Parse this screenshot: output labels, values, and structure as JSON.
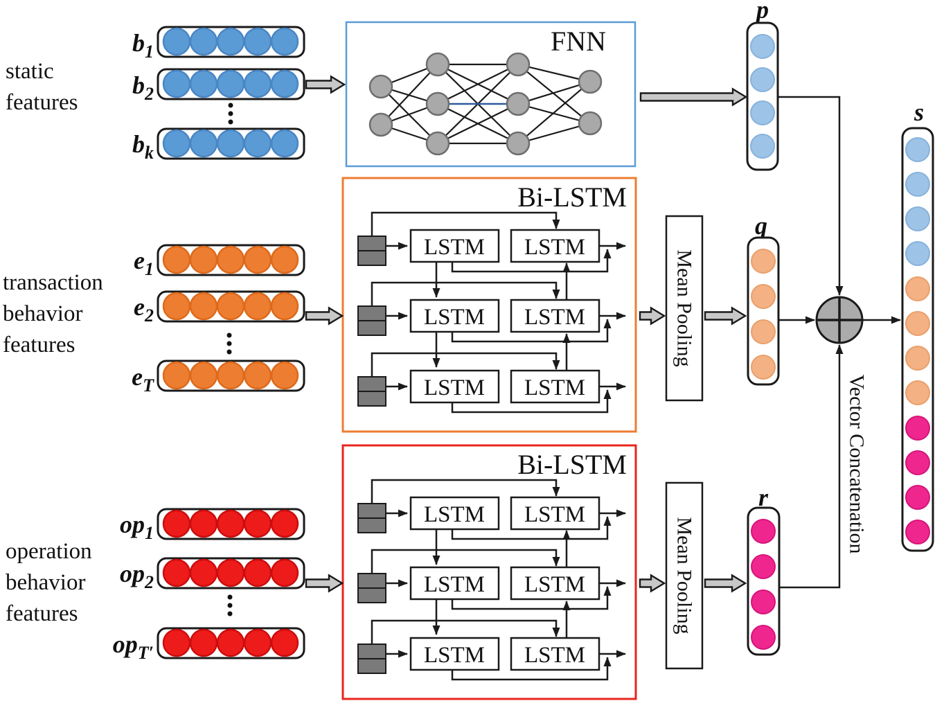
{
  "feature_groups": {
    "static": {
      "label_lines": [
        "static",
        "features"
      ],
      "vectors": [
        {
          "base": "b",
          "sub": "1"
        },
        {
          "base": "b",
          "sub": "2"
        },
        {
          "base": "b",
          "sub": "k"
        }
      ]
    },
    "transaction": {
      "label_lines": [
        "transaction",
        "behavior",
        "features"
      ],
      "vectors": [
        {
          "base": "e",
          "sub": "1"
        },
        {
          "base": "e",
          "sub": "2"
        },
        {
          "base": "e",
          "sub": "T"
        }
      ]
    },
    "operation": {
      "label_lines": [
        "operation",
        "behavior",
        "features"
      ],
      "vectors": [
        {
          "base": "op",
          "sub": "1"
        },
        {
          "base": "op",
          "sub": "2"
        },
        {
          "base": "op",
          "sub": "T′"
        }
      ]
    }
  },
  "blocks": {
    "fnn": {
      "label": "FNN"
    },
    "bilstm_transaction": {
      "label": "Bi-LSTM",
      "cell_label": "LSTM"
    },
    "bilstm_operation": {
      "label": "Bi-LSTM",
      "cell_label": "LSTM"
    },
    "mean_pooling_transaction": {
      "label": "Mean Pooling"
    },
    "mean_pooling_operation": {
      "label": "Mean Pooling"
    }
  },
  "output_vectors": {
    "p": {
      "label": "p"
    },
    "q": {
      "label": "q"
    },
    "r": {
      "label": "r"
    },
    "s": {
      "label": "s"
    }
  },
  "concatenation": {
    "label": "Vector Concatenation"
  },
  "colors": {
    "static_dot": "#5B9BD5",
    "static_dot_border": "#4A86C4",
    "transaction_dot": "#ED7D31",
    "transaction_dot_border": "#DD6A1C",
    "operation_dot": "#EE1B1B",
    "operation_dot_border": "#CC0D0D",
    "p_dot": "#9DC3E6",
    "p_dot_border": "#86B2DC",
    "q_dot": "#F4B183",
    "q_dot_border": "#E8A06C",
    "r_dot": "#F0268F",
    "r_dot_border": "#D6147A",
    "fnn_border": "#5B9BD5",
    "bilstm_transaction_border": "#ED7D31",
    "bilstm_operation_border": "#E8251C",
    "node_fill": "#A9A9A9",
    "node_border": "#6E6E6E",
    "concat_fill": "#ABABAB",
    "block_arrow_fill": "#C8C8C8",
    "input_square_fill": "#7A7A7A",
    "fnn_highlight_edge": "#2E5C9E"
  }
}
